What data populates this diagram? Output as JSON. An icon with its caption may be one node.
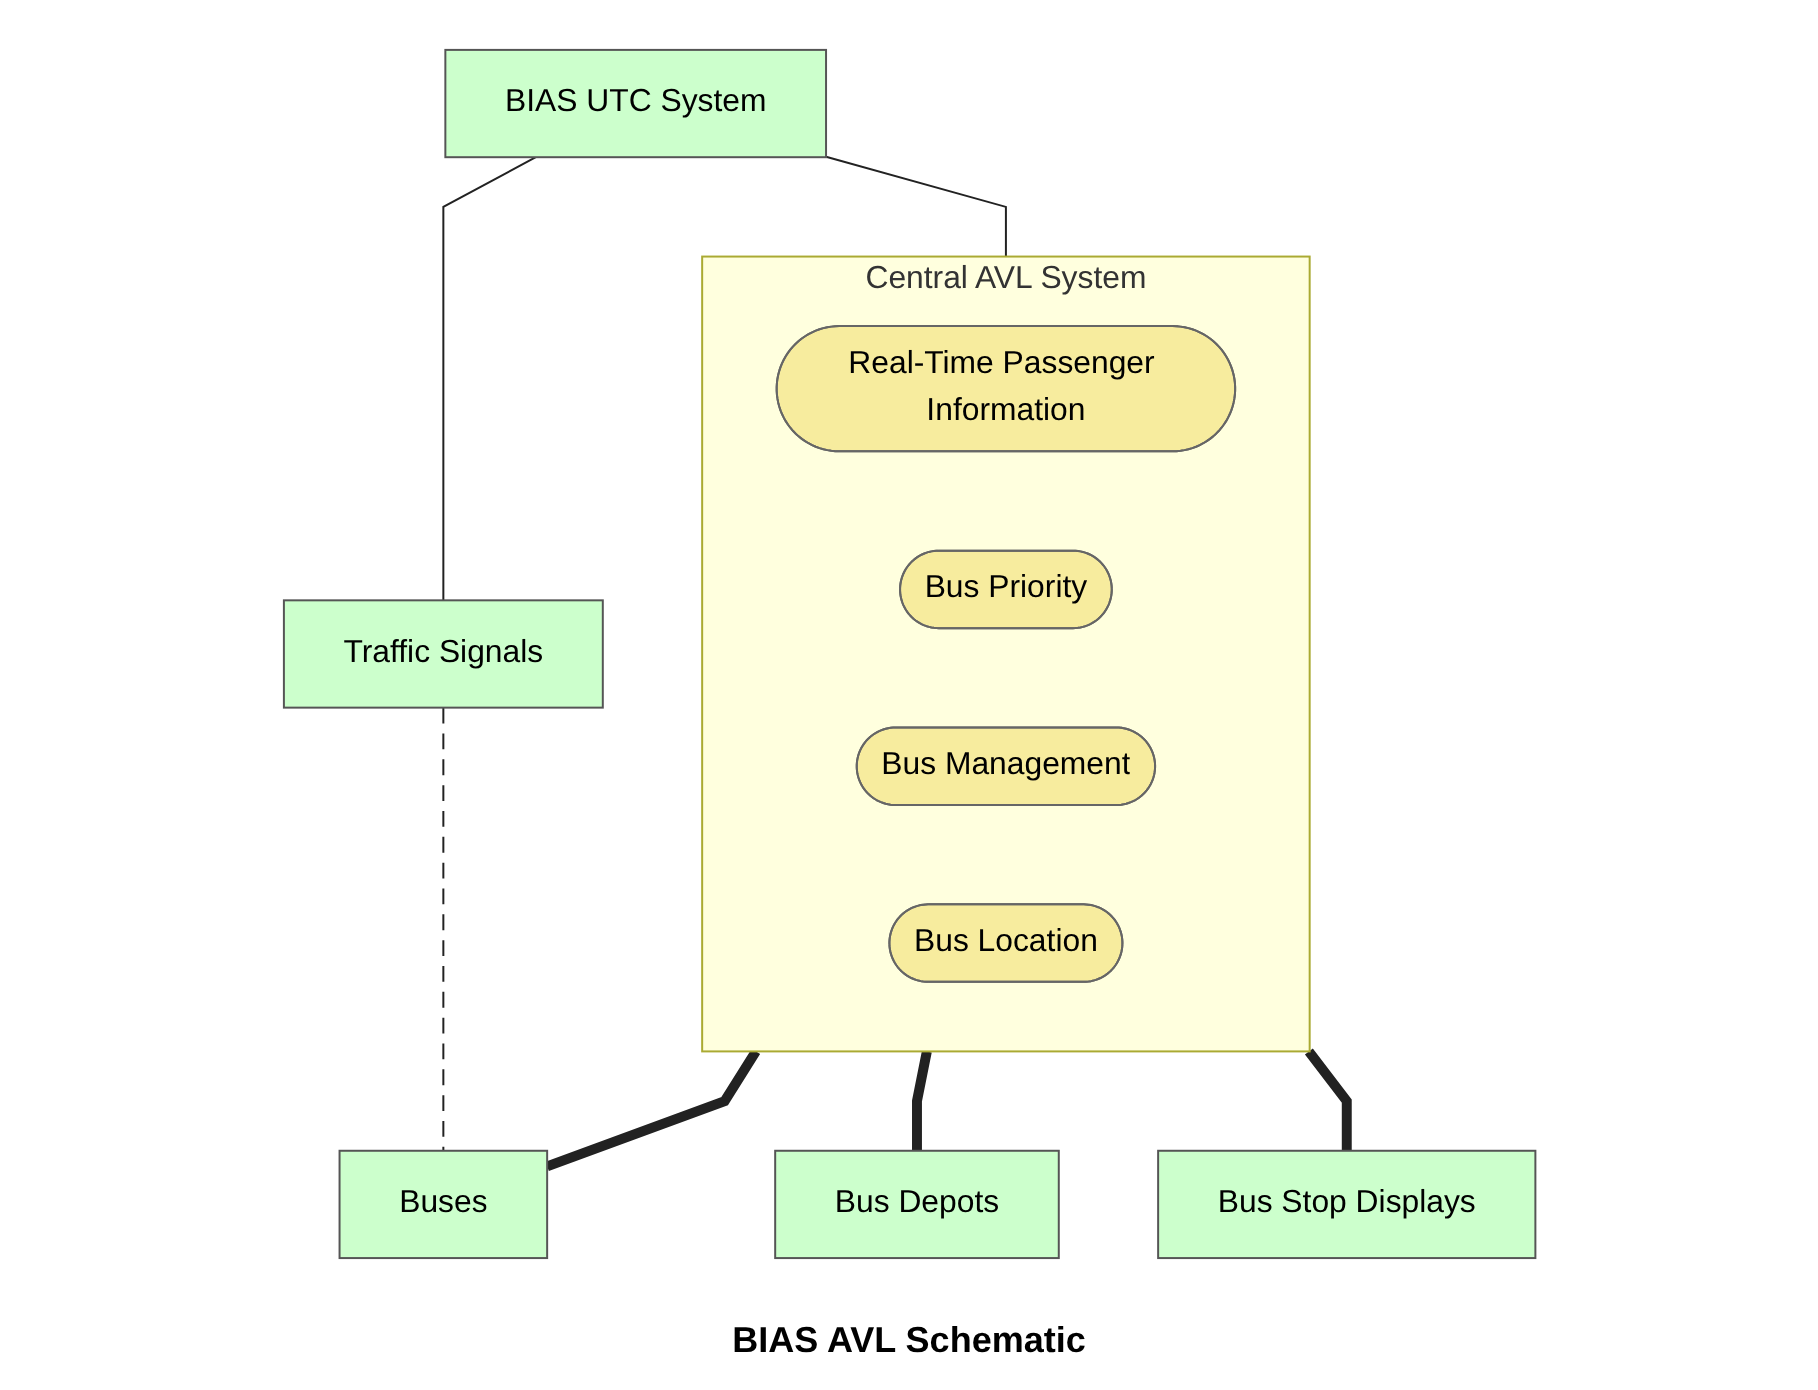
{
  "diagram": {
    "caption": "BIAS AVL Schematic",
    "nodes": [
      {
        "text": [
          "Central AVL System"
        ]
      },
      {
        "text": [
          "Real-Time Passenger Information"
        ],
        "in": 0
      },
      {
        "text": [
          "Bus Priority"
        ],
        "in": 0
      },
      {
        "text": [
          "Bus Management"
        ],
        "in": 0
      },
      {
        "text": [
          "Bus Location"
        ],
        "in": 0
      },
      {
        "text": [
          "BIAS UTC System"
        ]
      },
      {
        "text": [
          "Traffic Signals"
        ]
      },
      {
        "text": [
          "Buses"
        ]
      },
      {
        "text": [
          "Bus Depots"
        ]
      },
      {
        "text": [
          "Bus Stop Displays"
        ]
      }
    ],
    "edges": [
      {
        "from": 5,
        "to": 0,
        "arrow": "none"
      },
      {
        "from": 5,
        "to": 6,
        "arrow": "none"
      },
      {
        "from": 6,
        "to": 7,
        "arrow": "none",
        "style": "dashed"
      },
      {
        "from": 0,
        "to": 7,
        "arrow": "none",
        "style": "thick"
      },
      {
        "from": 0,
        "to": 8,
        "arrow": "none",
        "style": "thick"
      },
      {
        "from": 0,
        "to": 9,
        "arrow": "none",
        "style": "thick"
      }
    ]
  }
}
